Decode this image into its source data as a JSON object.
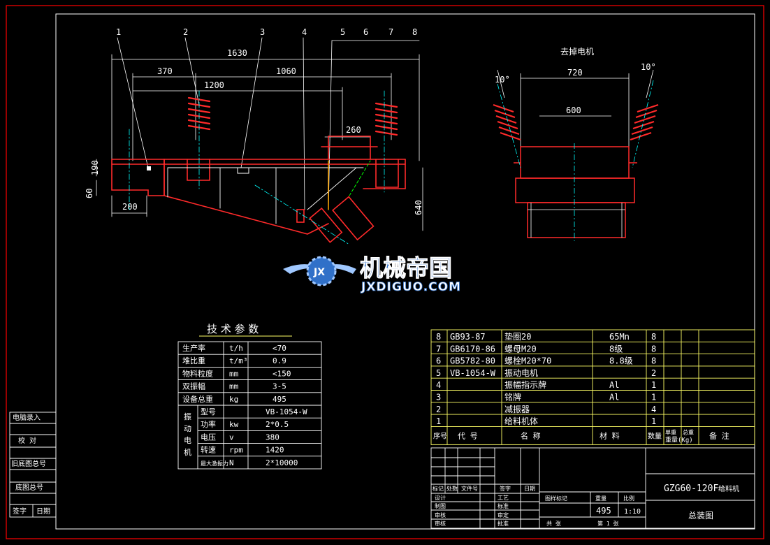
{
  "colors": {
    "bg": "#000000",
    "frame": "#ff0000",
    "line": "#ffffff",
    "part": "#ff2a2a",
    "dim": "#ffffff",
    "table": "#ffff66",
    "tableBorder": "#ffff66",
    "center": "#00ffff",
    "green": "#00ff00",
    "blue": "#3aa0ff",
    "wmBlue": "#3070c8",
    "wmLight": "#a0c8ff"
  },
  "callouts": [
    "1",
    "2",
    "3",
    "4",
    "5",
    "6",
    "7",
    "8"
  ],
  "front_view": {
    "dims": {
      "d1630": "1630",
      "d370": "370",
      "d1060": "1060",
      "d1200": "1200",
      "d260": "260",
      "d190": "190",
      "d60": "60",
      "d200": "200",
      "d640": "640"
    }
  },
  "side_view": {
    "title": "去掉电机",
    "dims": {
      "d720": "720",
      "d600": "600",
      "angL": "10°",
      "angR": "10°"
    }
  },
  "watermark": {
    "cn": "机械帝国",
    "en": "JXDIGUO.COM",
    "badge": "JX"
  },
  "tech": {
    "title": "技 术 参 数",
    "rows": [
      {
        "name": "生产率",
        "unit": "t/h",
        "value": "<70"
      },
      {
        "name": "堆比重",
        "unit": "t/m³",
        "value": "0.9"
      },
      {
        "name": "物料粒度",
        "unit": "mm",
        "value": "<150"
      },
      {
        "name": "双振幅",
        "unit": "mm",
        "value": "3-5"
      },
      {
        "name": "设备总重",
        "unit": "kg",
        "value": "495"
      }
    ],
    "motor_group": "振动电机",
    "motor_rows": [
      {
        "name": "型号",
        "unit": "",
        "value": "VB-1054-W"
      },
      {
        "name": "功率",
        "unit": "kw",
        "value": "2*0.5"
      },
      {
        "name": "电压",
        "unit": "v",
        "value": "380"
      },
      {
        "name": "转速",
        "unit": "rpm",
        "value": "1420"
      },
      {
        "name": "最大激振力",
        "unit": "N",
        "value": "2*10000"
      }
    ]
  },
  "left_block": {
    "rows": [
      "电脑录入",
      "校 对",
      "旧底图总号",
      "底图总号"
    ],
    "sign": "签字",
    "date": "日期"
  },
  "bom": {
    "rows": [
      {
        "no": "8",
        "code": "GB93-87",
        "name": "垫圈20",
        "material": "65Mn",
        "qty": "8"
      },
      {
        "no": "7",
        "code": "GB6170-86",
        "name": "螺母M20",
        "material": "8级",
        "qty": "8"
      },
      {
        "no": "6",
        "code": "GB5782-80",
        "name": "螺栓M20*70",
        "material": "8.8级",
        "qty": "8"
      },
      {
        "no": "5",
        "code": "VB-1054-W",
        "name": "振动电机",
        "material": "",
        "qty": "2"
      },
      {
        "no": "4",
        "code": "",
        "name": "振幅指示牌",
        "material": "Al",
        "qty": "1"
      },
      {
        "no": "3",
        "code": "",
        "name": "铭牌",
        "material": "Al",
        "qty": "1"
      },
      {
        "no": "2",
        "code": "",
        "name": "减振器",
        "material": "",
        "qty": "4"
      },
      {
        "no": "1",
        "code": "",
        "name": "给料机体",
        "material": "",
        "qty": "1"
      }
    ],
    "header": {
      "no": "序号",
      "code": "代 号",
      "name": "名 称",
      "material": "材 料",
      "qty": "数量",
      "unit_w": "单重",
      "total_w": "总重",
      "weight": "重量(Kg)",
      "remark": "备 注"
    }
  },
  "titleblock": {
    "model": "GZG60-120F",
    "model_name": "给料机",
    "drawing": "总装图",
    "mass": "495",
    "scale": "1:10",
    "labels": {
      "mark": "标记",
      "count": "处数",
      "file": "文件号",
      "sign": "签字",
      "date": "日期",
      "design": "设计",
      "craft": "工艺",
      "draw": "制图",
      "std": "标准",
      "check": "审核",
      "approve": "审定",
      "audit": "审核",
      "ratify": "批准",
      "stage": "图样标记",
      "weight": "重量",
      "ratio": "比例",
      "total": "共",
      "sheet": "第"
    },
    "sheet_total": "共 张",
    "sheet_no": "第 1 张"
  }
}
